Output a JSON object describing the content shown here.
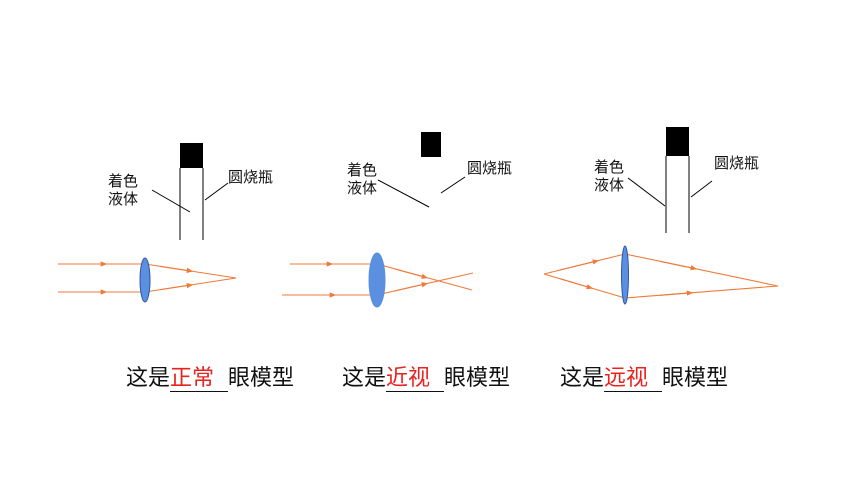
{
  "labels": {
    "colored_liquid": [
      "着色",
      "液体"
    ],
    "flask": "圆烧瓶"
  },
  "captions": [
    {
      "prefix": "这是",
      "answer": "正常",
      "suffix": "眼模型"
    },
    {
      "prefix": "这是",
      "answer": "近视",
      "suffix": "眼模型"
    },
    {
      "prefix": "这是",
      "answer": "远视",
      "suffix": "眼模型"
    }
  ],
  "colors": {
    "ray": "#f07a3a",
    "lens_fill": "#5b8fe0",
    "lens_stroke": "#2f55a8",
    "answer_text": "#e8221d",
    "ink": "#111111"
  }
}
